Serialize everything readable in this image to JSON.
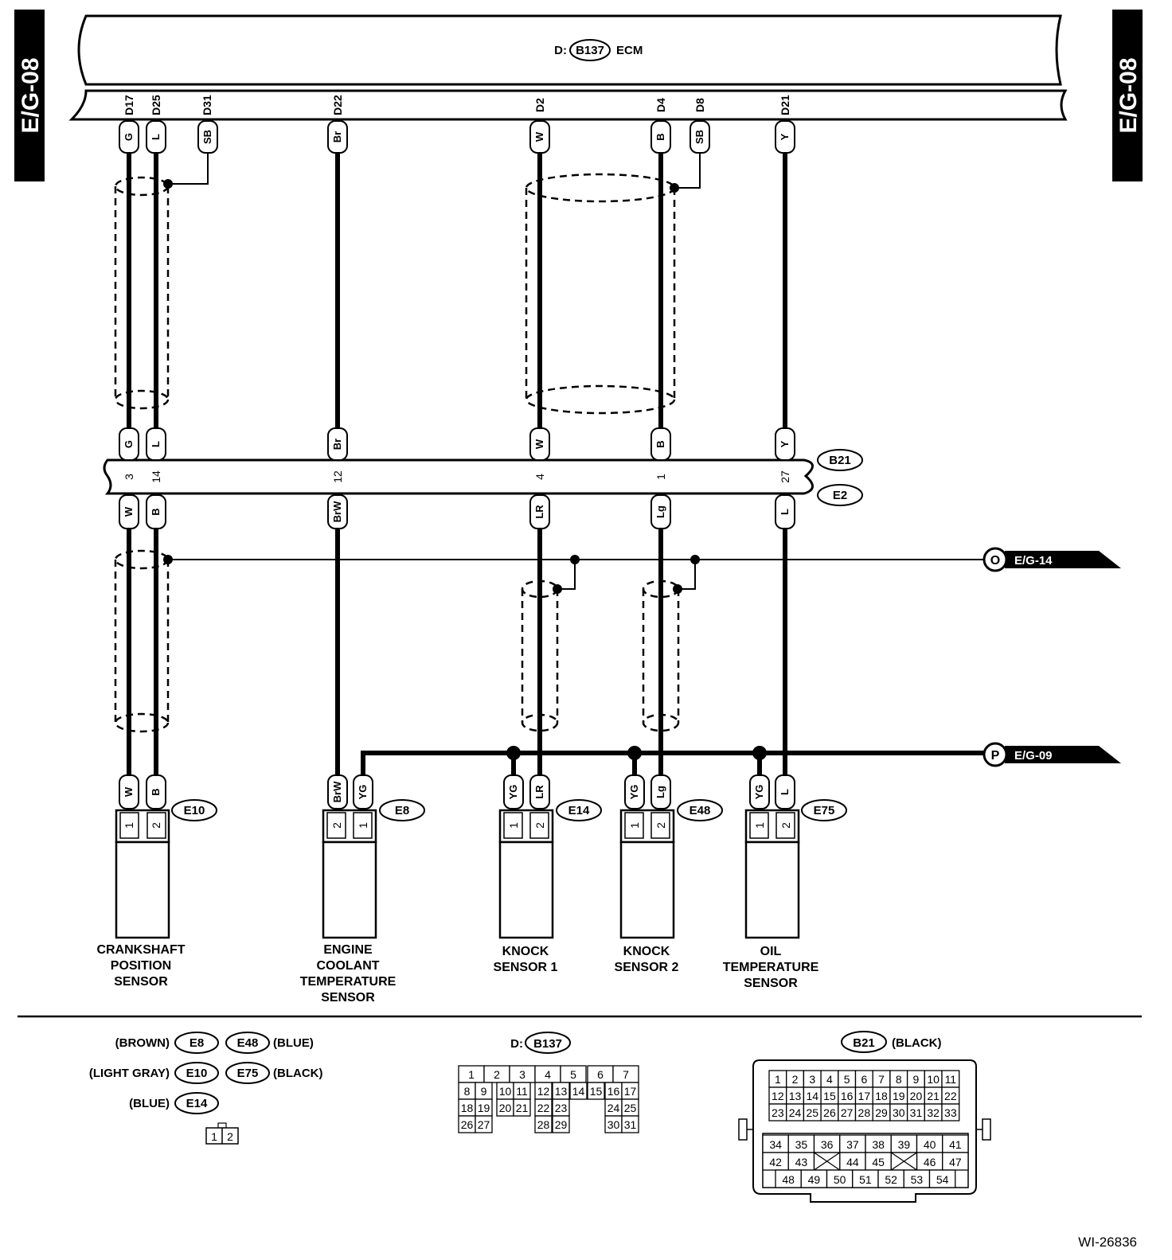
{
  "page_tag": "E/G-08",
  "ecm": {
    "prefix": "D:",
    "code": "B137",
    "name": "ECM"
  },
  "ecm_pins": [
    {
      "pin": "D17",
      "color": "G"
    },
    {
      "pin": "D25",
      "color": "L"
    },
    {
      "pin": "D31",
      "color": "SB"
    },
    {
      "pin": "D22",
      "color": "Br"
    },
    {
      "pin": "D2",
      "color": "W"
    },
    {
      "pin": "D4",
      "color": "B"
    },
    {
      "pin": "D8",
      "color": "SB"
    },
    {
      "pin": "D21",
      "color": "Y"
    }
  ],
  "joint": {
    "upper_code": "B21",
    "lower_code": "E2",
    "wires": [
      {
        "upper": "G",
        "pin": "3",
        "lower": "W"
      },
      {
        "upper": "L",
        "pin": "14",
        "lower": "B"
      },
      {
        "upper": "Br",
        "pin": "12",
        "lower": "BrW"
      },
      {
        "upper": "W",
        "pin": "4",
        "lower": "LR"
      },
      {
        "upper": "B",
        "pin": "1",
        "lower": "Lg"
      },
      {
        "upper": "Y",
        "pin": "27",
        "lower": "L"
      }
    ]
  },
  "refs": [
    {
      "letter": "O",
      "label": "E/G-14"
    },
    {
      "letter": "P",
      "label": "E/G-09"
    }
  ],
  "sensors": [
    {
      "code": "E10",
      "wires": [
        {
          "color": "W",
          "pin": "1"
        },
        {
          "color": "B",
          "pin": "2"
        }
      ],
      "name": [
        "CRANKSHAFT",
        "POSITION",
        "SENSOR"
      ]
    },
    {
      "code": "E8",
      "wires": [
        {
          "color": "BrW",
          "pin": "2"
        },
        {
          "color": "YG",
          "pin": "1"
        }
      ],
      "name": [
        "ENGINE",
        "COOLANT",
        "TEMPERATURE",
        "SENSOR"
      ]
    },
    {
      "code": "E14",
      "wires": [
        {
          "color": "YG",
          "pin": "1"
        },
        {
          "color": "LR",
          "pin": "2"
        }
      ],
      "name": [
        "KNOCK",
        "SENSOR 1"
      ]
    },
    {
      "code": "E48",
      "wires": [
        {
          "color": "YG",
          "pin": "1"
        },
        {
          "color": "Lg",
          "pin": "2"
        }
      ],
      "name": [
        "KNOCK",
        "SENSOR 2"
      ]
    },
    {
      "code": "E75",
      "wires": [
        {
          "color": "YG",
          "pin": "1"
        },
        {
          "color": "L",
          "pin": "2"
        }
      ],
      "name": [
        "OIL",
        "TEMPERATURE",
        "SENSOR"
      ]
    }
  ],
  "legend": {
    "left": [
      {
        "code": "E8",
        "color": "(BROWN)"
      },
      {
        "code": "E48",
        "color": "(BLUE)"
      },
      {
        "code": "E10",
        "color": "(LIGHT GRAY)"
      },
      {
        "code": "E75",
        "color": "(BLACK)"
      },
      {
        "code": "E14",
        "color": "(BLUE)"
      }
    ],
    "small_connector": [
      "1",
      "2"
    ],
    "d_connector": {
      "prefix": "D:",
      "code": "B137",
      "rows": [
        [
          "1",
          "2",
          "3",
          "4",
          "5",
          "6",
          "7"
        ],
        [
          "8",
          "9",
          "10",
          "11",
          "12",
          "13",
          "14",
          "15",
          "16",
          "17"
        ],
        [
          "18",
          "19",
          "20",
          "21",
          "22",
          "23",
          "24",
          "25"
        ],
        [
          "26",
          "27",
          "28",
          "29",
          "30",
          "31"
        ]
      ]
    },
    "b21_connector": {
      "code": "B21",
      "color": "(BLACK)",
      "rows": [
        [
          "1",
          "2",
          "3",
          "4",
          "5",
          "6",
          "7",
          "8",
          "9",
          "10",
          "11"
        ],
        [
          "12",
          "13",
          "14",
          "15",
          "16",
          "17",
          "18",
          "19",
          "20",
          "21",
          "22"
        ],
        [
          "23",
          "24",
          "25",
          "26",
          "27",
          "28",
          "29",
          "30",
          "31",
          "32",
          "33"
        ],
        [
          "34",
          "35",
          "36",
          "37",
          "38",
          "39",
          "40",
          "41"
        ],
        [
          "42",
          "43",
          "44",
          "45",
          "46",
          "47"
        ],
        [
          "48",
          "49",
          "50",
          "51",
          "52",
          "53",
          "54"
        ]
      ]
    }
  },
  "figure_id": "WI-26836"
}
